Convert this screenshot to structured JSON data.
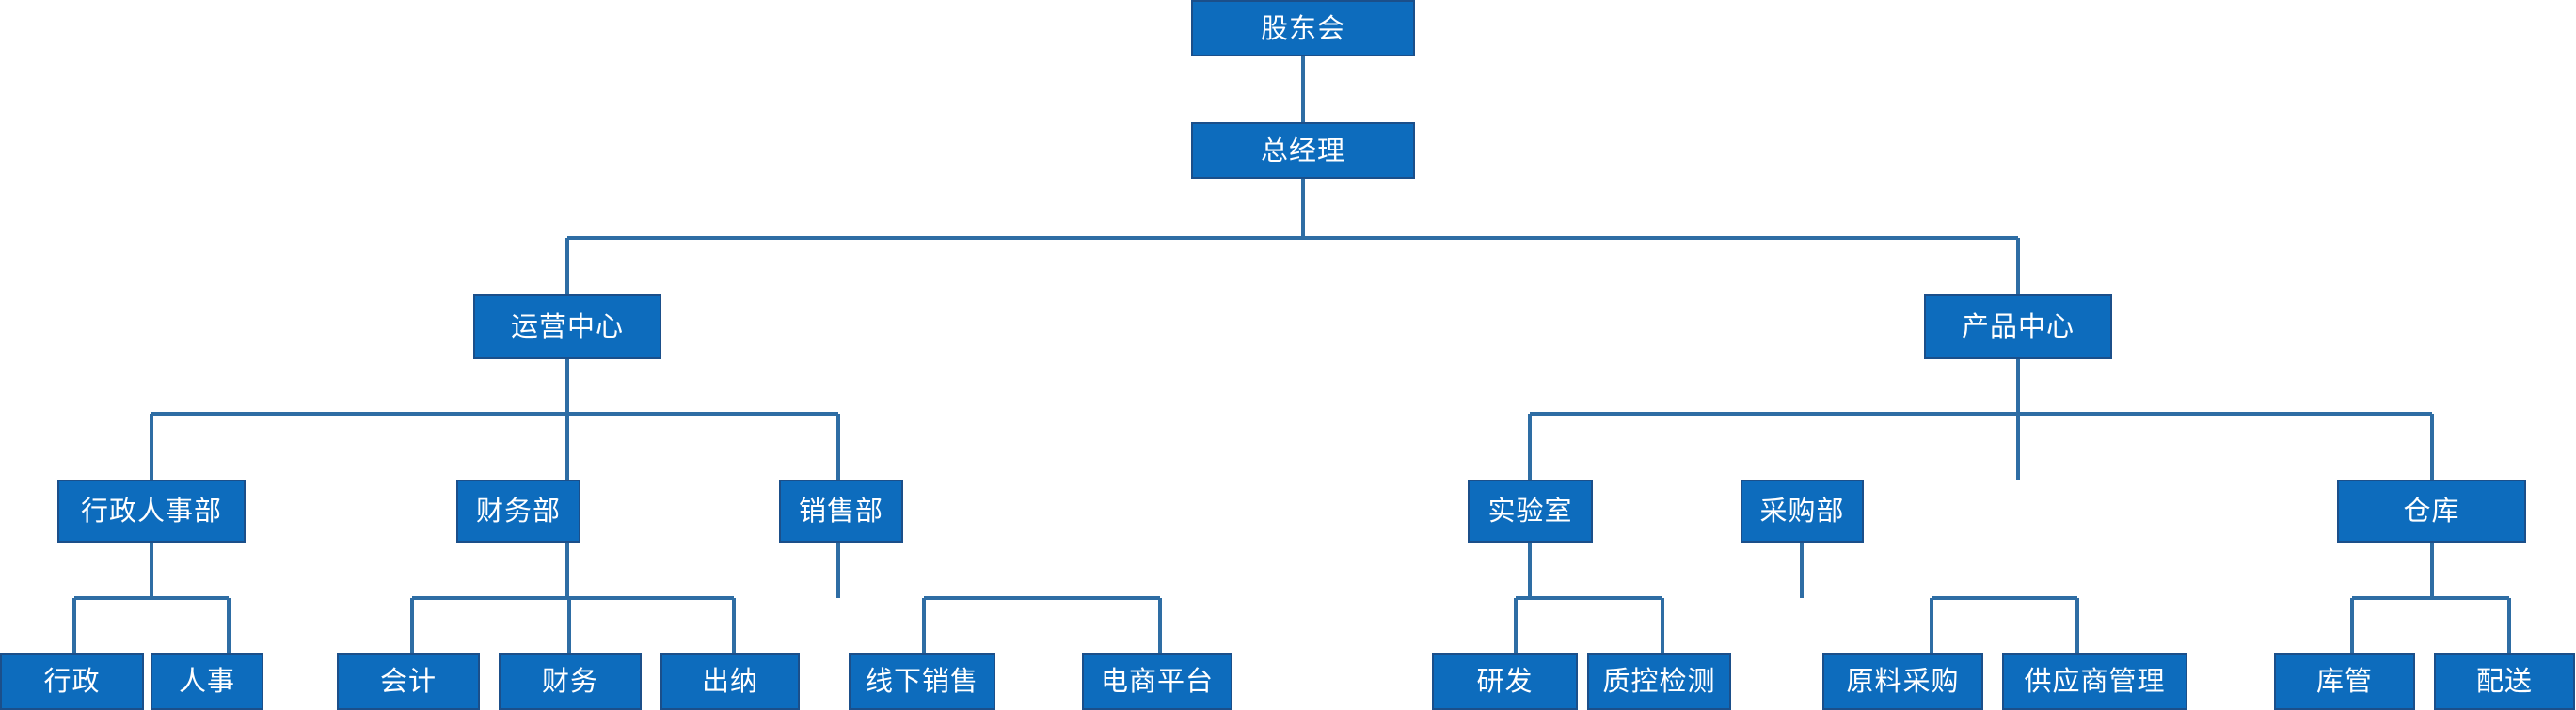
{
  "chart_data": {
    "type": "diagram",
    "diagram_kind": "organization-chart",
    "title": "",
    "orientation": "top-down",
    "colors": {
      "node_fill": "#0d6cbd",
      "node_border": "#1b4f8a",
      "node_text": "#ffffff",
      "connector": "#2e6da4",
      "background": "#ffffff"
    },
    "levels": 4,
    "nodes": [
      {
        "id": "n1",
        "label": "股东会",
        "level": 1,
        "parent": null
      },
      {
        "id": "n2",
        "label": "总经理",
        "level": 2,
        "parent": "n1"
      },
      {
        "id": "n3",
        "label": "运营中心",
        "level": 3,
        "parent": "n2"
      },
      {
        "id": "n4",
        "label": "产品中心",
        "level": 3,
        "parent": "n2"
      },
      {
        "id": "n5",
        "label": "行政人事部",
        "level": 4,
        "parent": "n3"
      },
      {
        "id": "n6",
        "label": "财务部",
        "level": 4,
        "parent": "n3"
      },
      {
        "id": "n7",
        "label": "销售部",
        "level": 4,
        "parent": "n3"
      },
      {
        "id": "n8",
        "label": "实验室",
        "level": 4,
        "parent": "n4"
      },
      {
        "id": "n9",
        "label": "采购部",
        "level": 4,
        "parent": "n4"
      },
      {
        "id": "n10",
        "label": "仓库",
        "level": 4,
        "parent": "n4"
      },
      {
        "id": "n11",
        "label": "行政",
        "level": 5,
        "parent": "n5"
      },
      {
        "id": "n12",
        "label": "人事",
        "level": 5,
        "parent": "n5"
      },
      {
        "id": "n13",
        "label": "会计",
        "level": 5,
        "parent": "n6"
      },
      {
        "id": "n14",
        "label": "财务",
        "level": 5,
        "parent": "n6"
      },
      {
        "id": "n15",
        "label": "出纳",
        "level": 5,
        "parent": "n6"
      },
      {
        "id": "n16",
        "label": "线下销售",
        "level": 5,
        "parent": "n7"
      },
      {
        "id": "n17",
        "label": "电商平台",
        "level": 5,
        "parent": "n7"
      },
      {
        "id": "n18",
        "label": "研发",
        "level": 5,
        "parent": "n8"
      },
      {
        "id": "n19",
        "label": "质控检测",
        "level": 5,
        "parent": "n8"
      },
      {
        "id": "n20",
        "label": "原料采购",
        "level": 5,
        "parent": "n9"
      },
      {
        "id": "n21",
        "label": "供应商管理",
        "level": 5,
        "parent": "n9"
      },
      {
        "id": "n22",
        "label": "库管",
        "level": 5,
        "parent": "n10"
      },
      {
        "id": "n23",
        "label": "配送",
        "level": 5,
        "parent": "n10"
      }
    ]
  },
  "org": {
    "root": {
      "label": "股东会"
    },
    "gm": {
      "label": "总经理"
    },
    "centers": [
      {
        "label": "运营中心"
      },
      {
        "label": "产品中心"
      }
    ],
    "departments": [
      {
        "label": "行政人事部"
      },
      {
        "label": "财务部"
      },
      {
        "label": "销售部"
      },
      {
        "label": "实验室"
      },
      {
        "label": "采购部"
      },
      {
        "label": "仓库"
      }
    ],
    "teams": [
      {
        "label": "行政"
      },
      {
        "label": "人事"
      },
      {
        "label": "会计"
      },
      {
        "label": "财务"
      },
      {
        "label": "出纳"
      },
      {
        "label": "线下销售"
      },
      {
        "label": "电商平台"
      },
      {
        "label": "研发"
      },
      {
        "label": "质控检测"
      },
      {
        "label": "原料采购"
      },
      {
        "label": "供应商管理"
      },
      {
        "label": "库管"
      },
      {
        "label": "配送"
      }
    ]
  }
}
